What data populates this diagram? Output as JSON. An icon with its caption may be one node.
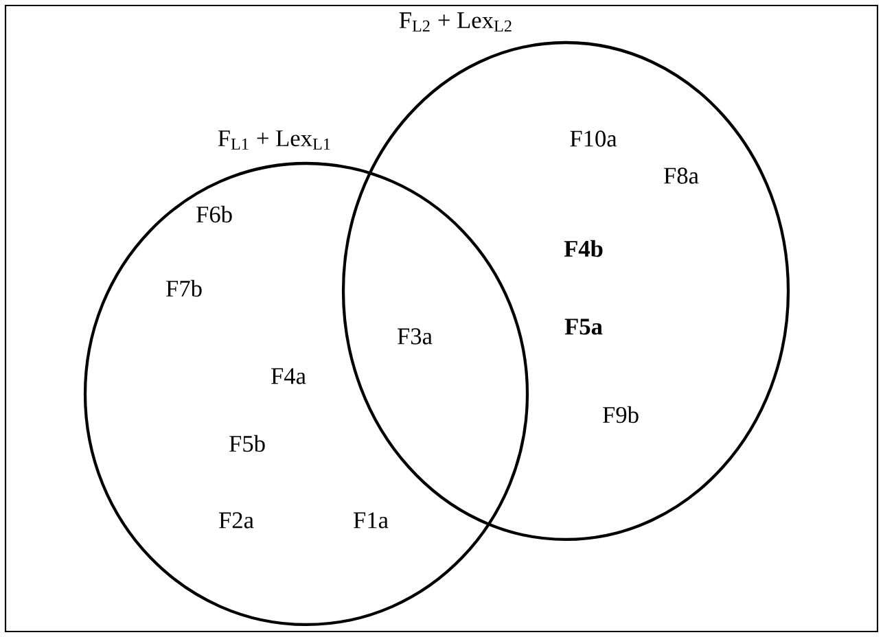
{
  "diagram": {
    "nodes": [
      {
        "text": [
          "F$_{L1}$ + Lex$_{L1}$"
        ]
      },
      {
        "text": [
          "F$_{L2}$ + Lex$_{L2}$"
        ]
      }
    ],
    "labels": [
      "F10a",
      "F8a",
      "F6b",
      "F4b",
      "F7b",
      "F3a",
      "F5a",
      "F4a",
      "F5b",
      "F9b",
      "F2a",
      "F1a"
    ]
  }
}
